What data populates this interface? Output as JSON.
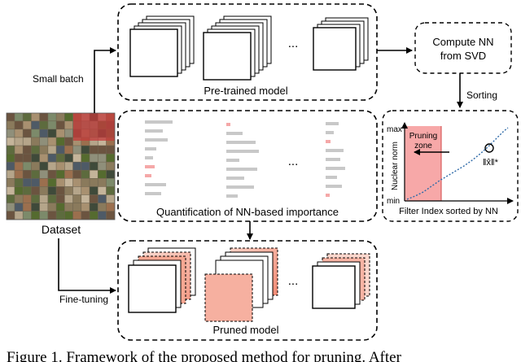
{
  "labels": {
    "small_batch": "Small batch",
    "pretrained_model": "Pre-trained model",
    "compute_nn_line1": "Compute NN",
    "compute_nn_line2": "from SVD",
    "sorting": "Sorting",
    "quantification": "Quantification of NN-based importance",
    "dataset": "Dataset",
    "fine_tuning": "Fine-tuning",
    "pruned_model": "Pruned model",
    "ellipsis": "..."
  },
  "chart": {
    "y_max": "max",
    "y_min": "min",
    "ylabel": "Nuclear norm",
    "xlabel": "Filter Index sorted by NN",
    "pruning_zone_line1": "Pruning",
    "pruning_zone_line2": "zone",
    "annotation": "‖x̂‖*"
  },
  "caption": "Figure 1. Framework of the proposed method for pruning. After",
  "colors": {
    "pruning_zone": "#f7a8a8",
    "importance_bar": "#c8c8c8",
    "importance_bar_pruned": "#f5a8a8",
    "pruned_filter": "#f5b3a3",
    "norm_curve": "#2e6aa8"
  }
}
